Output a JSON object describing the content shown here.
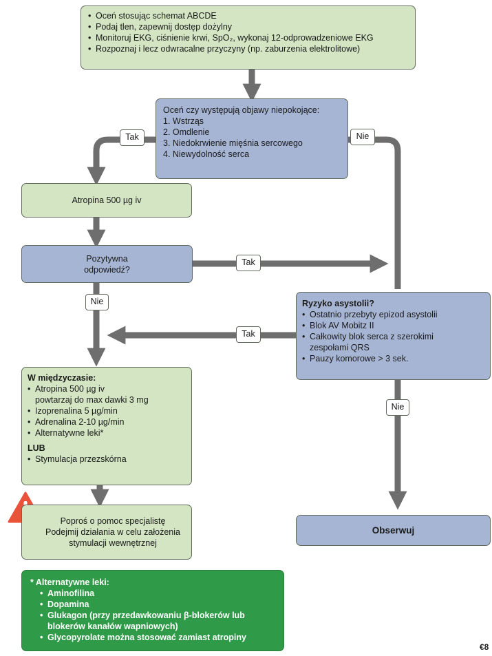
{
  "assess_box": {
    "items": [
      "Oceń stosując schemat ABCDE",
      "Podaj tlen, zapewnij dostęp dożylny",
      "Monitoruj EKG, ciśnienie krwi, SpO₂, wykonaj 12-odprowadzeniowe EKG",
      "Rozpoznaj i lecz odwracalne przyczyny (np. zaburzenia elektrolitowe)"
    ]
  },
  "warning_signs": {
    "title": "Oceń czy występują objawy niepokojące:",
    "items": [
      "1. Wstrząs",
      "2. Omdlenie",
      "3. Niedokrwienie mięśnia sercowego",
      "4. Niewydolność serca"
    ]
  },
  "atropine_box": {
    "text": "Atropina 500 µg iv"
  },
  "response_box": {
    "line1": "Pozytywna",
    "line2": "odpowiedź?"
  },
  "asystole_risk": {
    "title": "Ryzyko asystolii?",
    "items": [
      {
        "line1": "Ostatnio przebyty epizod asystolii",
        "line2": ""
      },
      {
        "line1": "Blok AV Mobitz II",
        "line2": ""
      },
      {
        "line1": "Całkowity blok serca z szerokimi",
        "line2": "zespołami QRS"
      },
      {
        "line1": "Pauzy komorowe > 3 sek.",
        "line2": ""
      }
    ]
  },
  "interim_box": {
    "title": "W międzyczasie:",
    "items": [
      {
        "line1": "Atropina 500 µg iv",
        "line2": "powtarzaj do max dawki 3 mg"
      },
      {
        "line1": "Izoprenalina 5 µg/min",
        "line2": ""
      },
      {
        "line1": "Adrenalina 2-10 µg/min",
        "line2": ""
      },
      {
        "line1": "Alternatywne leki*",
        "line2": ""
      }
    ],
    "or_label": "LUB",
    "alt_item": "Stymulacja przezskórna"
  },
  "specialist_box": {
    "lines": [
      "Poproś o pomoc specjalistę",
      "Podejmij działania w celu założenia",
      "stymulacji wewnętrznej"
    ]
  },
  "observe_box": {
    "text": "Obserwuj"
  },
  "alt_drugs_box": {
    "title": "* Alternatywne leki:",
    "items": [
      {
        "line1": "Aminofilina",
        "line2": ""
      },
      {
        "line1": "Dopamina",
        "line2": ""
      },
      {
        "line1": "Glukagon (przy przedawkowaniu β-blokerów lub",
        "line2": "blokerów kanałów wapniowych)"
      },
      {
        "line1": "Glycopyrolate można stosować zamiast atropiny",
        "line2": ""
      }
    ]
  },
  "edge_labels": {
    "yes_left": "Tak",
    "no_right": "Nie",
    "yes_middle": "Tak",
    "no_down_left": "Nie",
    "yes_asystole": "Tak",
    "no_down_right": "Nie"
  },
  "corner_mark": "€8",
  "colors": {
    "light_green": "#d3e5c3",
    "blue": "#a7b5d5",
    "dark_green": "#2f9a48",
    "arrow": "#6e6e6e",
    "warning": "#e8533a"
  },
  "icons": {
    "warning": "warning-triangle-icon"
  }
}
